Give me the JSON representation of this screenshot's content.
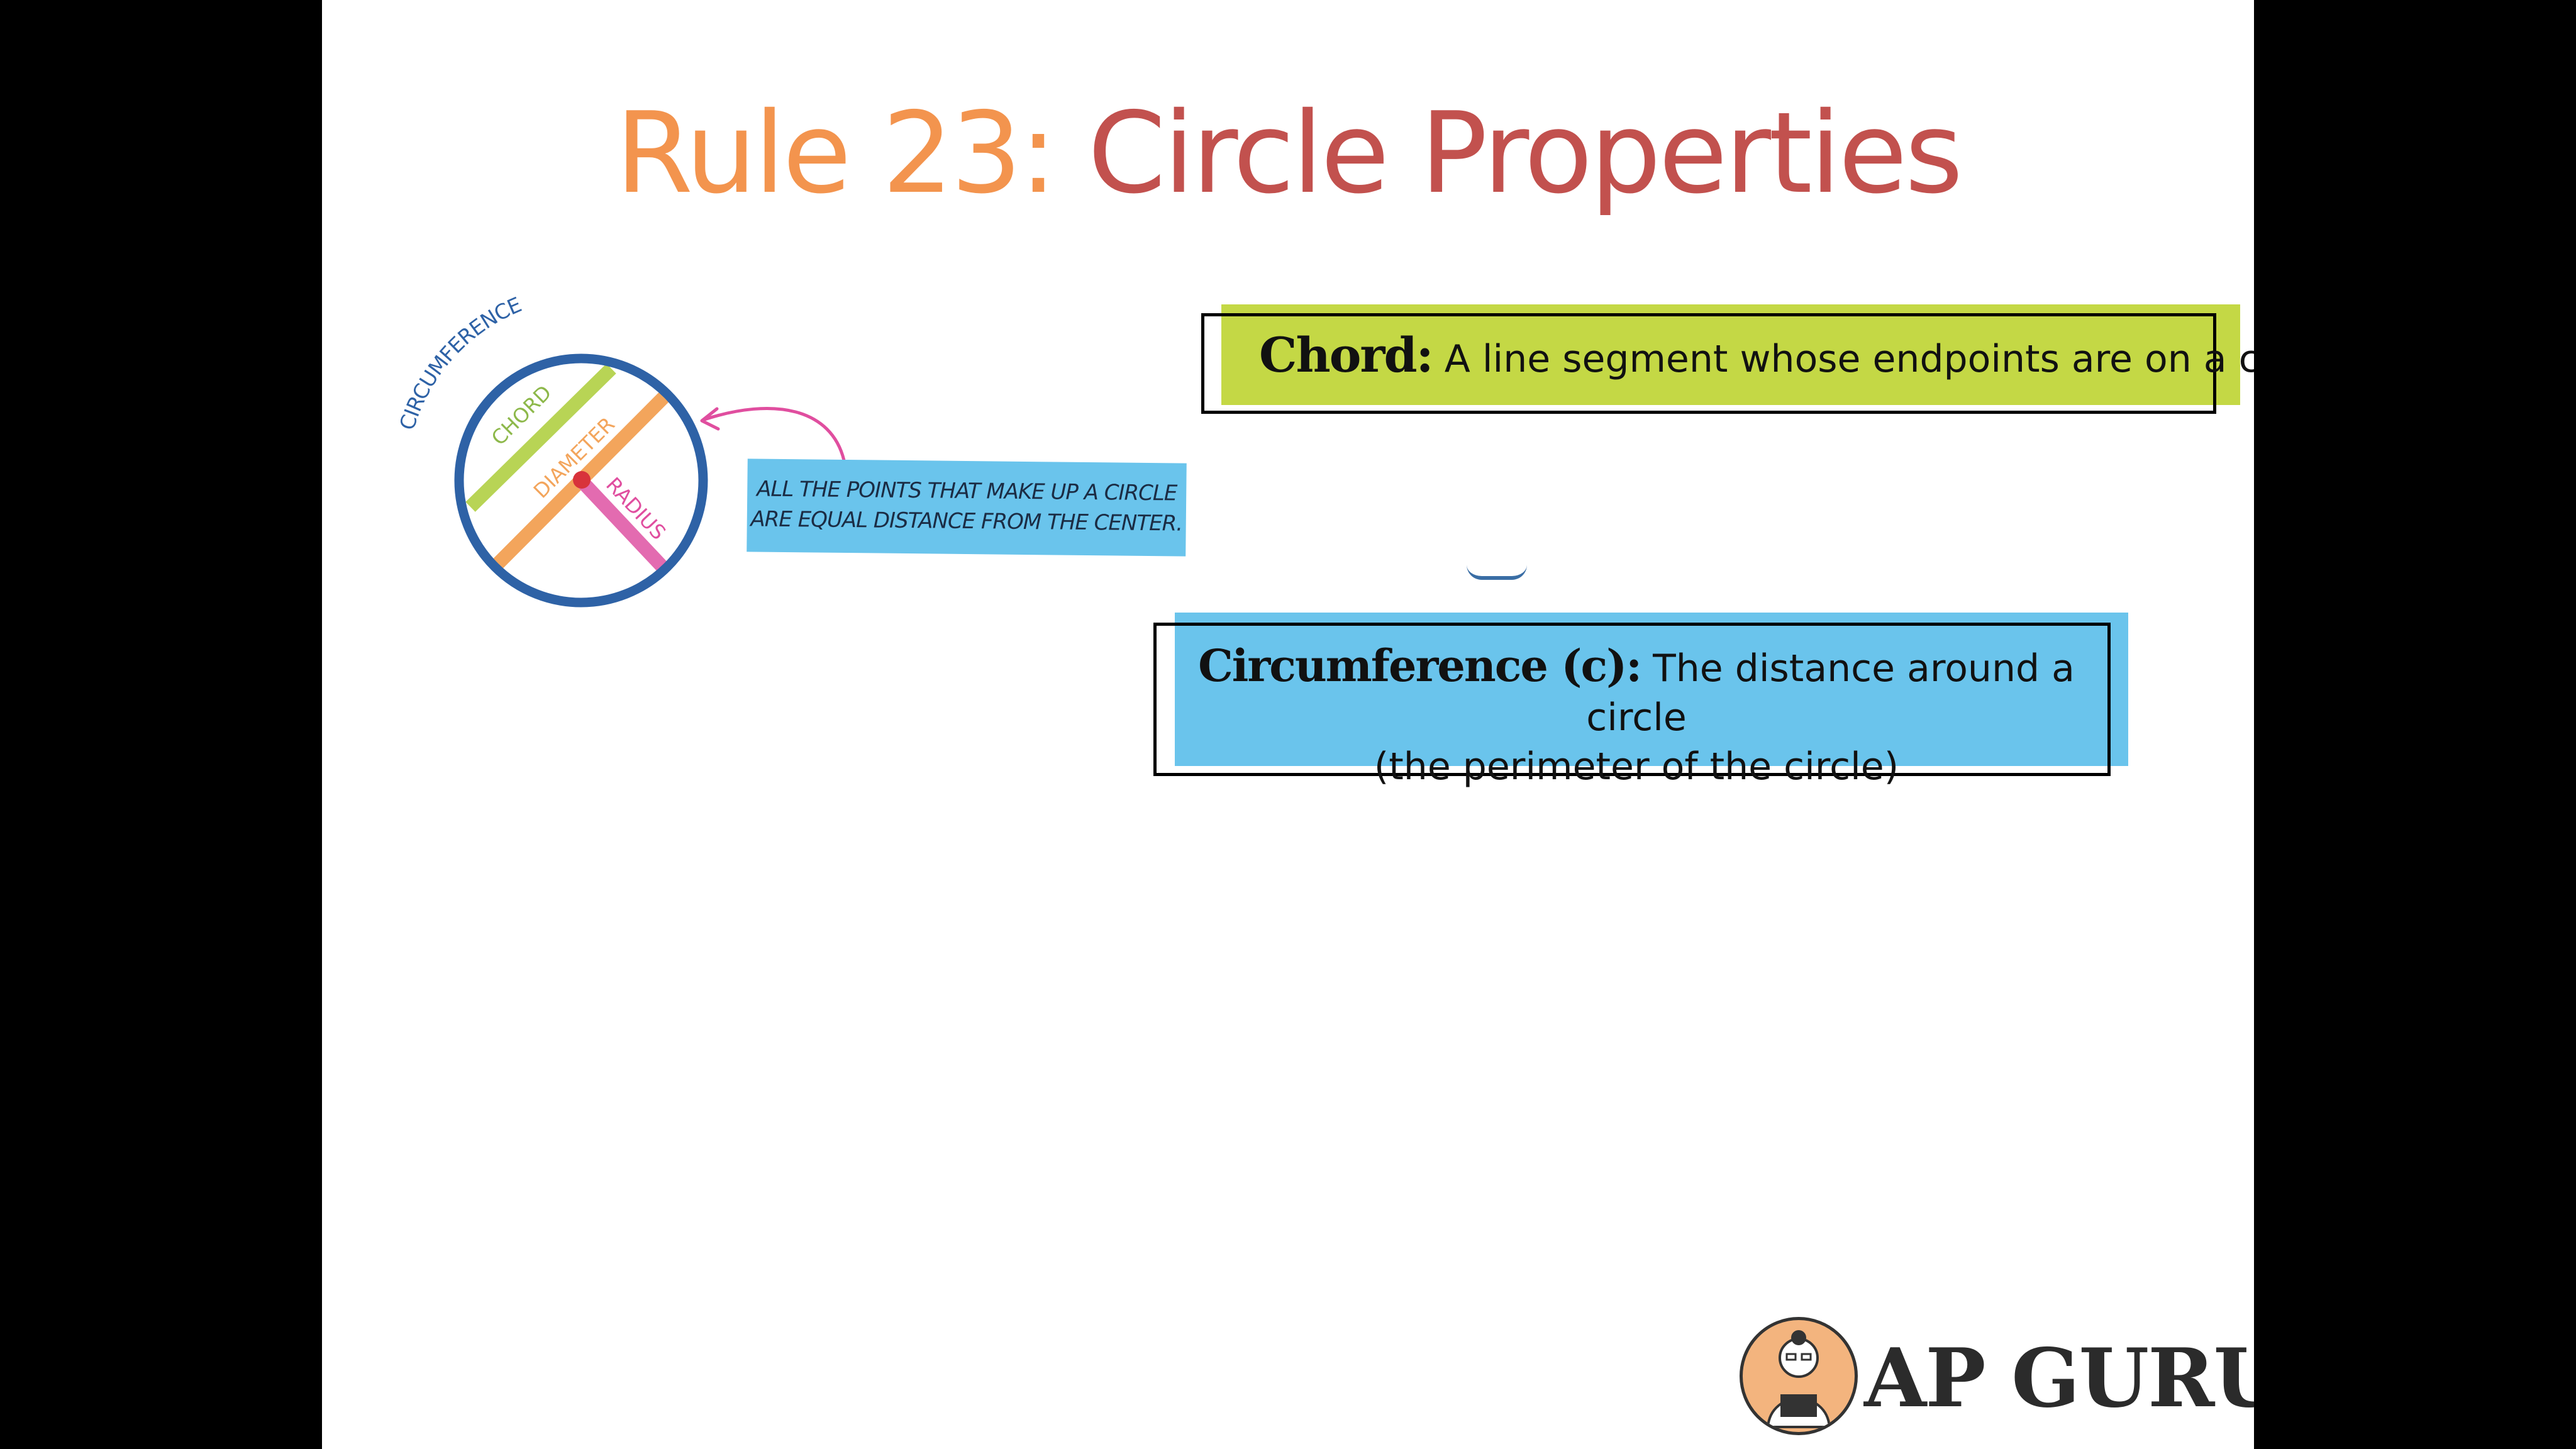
{
  "slide": {
    "title_part1": "Rule 23:",
    "title_part2": "Circle Properties"
  },
  "diagram": {
    "labels": {
      "circumference": "CIRCUMFERENCE",
      "chord": "CHORD",
      "diameter": "DIAMETER",
      "radius": "RADIUS"
    },
    "callout_line1": "ALL THE POINTS THAT MAKE UP A CIRCLE",
    "callout_line2": "ARE EQUAL DISTANCE FROM THE CENTER."
  },
  "definitions": {
    "chord_term": "Chord:",
    "chord_text": "A line segment whose endpoints are on a circle",
    "circumference_term": "Circumference (c):",
    "circumference_text_line1": "The distance around a circle",
    "circumference_text_line2": "(the perimeter of the circle)"
  },
  "logo": {
    "text": "AP GURU"
  },
  "colors": {
    "title_orange": "#F3944E",
    "title_red": "#C2514E",
    "circle_blue": "#2E62A6",
    "chord_green": "#B8D455",
    "diameter_orange": "#F3A55C",
    "radius_pink": "#E36BB0",
    "center_red": "#D8333B",
    "callout_blue": "#6AC4EC",
    "chord_box_green": "#C4D845",
    "circumference_box_blue": "#6AC4EC"
  }
}
